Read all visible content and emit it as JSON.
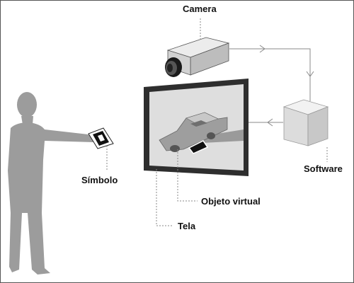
{
  "labels": {
    "camera": "Camera",
    "software": "Software",
    "symbol": "Símbolo",
    "virtual_object": "Objeto virtual",
    "screen": "Tela"
  },
  "icons": [
    "person",
    "marker-symbol",
    "camera",
    "monitor",
    "car-virtual-object",
    "software-box"
  ],
  "colors": {
    "person": "#9a9a9a",
    "camera_body": "#d9d9d9",
    "monitor_frame": "#2e2e2e",
    "screen": "#dcdcdc",
    "software_box": "#e2e2e2",
    "connector": "#8a8a8a"
  }
}
